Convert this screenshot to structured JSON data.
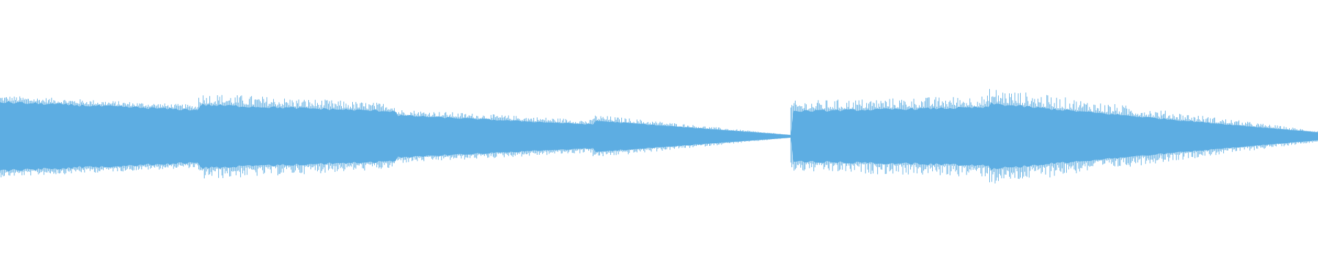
{
  "waveform": {
    "color": "#5dade2",
    "background": "#ffffff",
    "segments": [
      {
        "from": 0.0,
        "to": 0.15,
        "core_start": 0.26,
        "core_end": 0.2,
        "peak_start": 0.3,
        "peak_end": 0.23
      },
      {
        "from": 0.15,
        "to": 0.3,
        "core_start": 0.24,
        "core_end": 0.19,
        "peak_start": 0.32,
        "peak_end": 0.24
      },
      {
        "from": 0.3,
        "to": 0.45,
        "core_start": 0.16,
        "core_end": 0.09,
        "peak_start": 0.2,
        "peak_end": 0.12
      },
      {
        "from": 0.45,
        "to": 0.6,
        "core_start": 0.12,
        "core_end": 0.01,
        "peak_start": 0.16,
        "peak_end": 0.01
      },
      {
        "from": 0.6,
        "to": 0.75,
        "core_start": 0.19,
        "core_end": 0.22,
        "peak_start": 0.26,
        "peak_end": 0.3
      },
      {
        "from": 0.75,
        "to": 1.0,
        "core_start": 0.25,
        "core_end": 0.03,
        "peak_start": 0.36,
        "peak_end": 0.04
      }
    ]
  }
}
